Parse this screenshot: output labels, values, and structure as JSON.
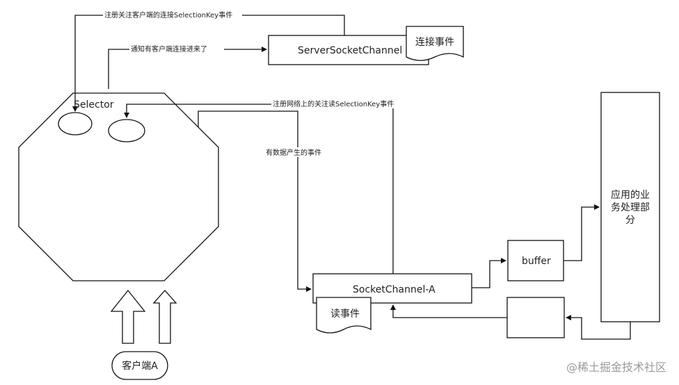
{
  "labels": {
    "register_connect": "注册关注客户端的连接SelectionKey事件",
    "notify_connect": "通知有客户端连接进来了",
    "register_read": "注册网络上的关注读SelectionKey事件",
    "data_event": "有数据产生的事件",
    "selector": "Selector",
    "server_socket_channel": "ServerSocketChannel",
    "connect_event": "连接事件",
    "socket_channel_a": "SocketChannel-A",
    "read_event": "读事件",
    "buffer": "buffer",
    "business_line1": "应用的业",
    "business_line2": "务处理部",
    "business_line3": "分",
    "client_a": "客户端A",
    "watermark": "@稀土掘金技术社区"
  },
  "colors": {
    "stroke": "#111111",
    "text": "#222222",
    "watermark": "#9a9a9a"
  }
}
